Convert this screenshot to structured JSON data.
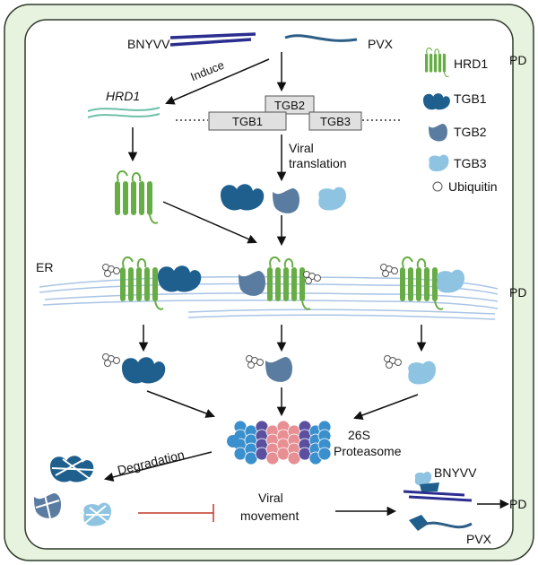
{
  "labels": {
    "bnyvv_top": "BNYVV",
    "pvx_top": "PVX",
    "induce": "Induce",
    "hrd1_gene": "HRD1",
    "tgb2_box": "TGB2",
    "tgb1_box": "TGB1",
    "tgb3_box": "TGB3",
    "viral": "Viral",
    "translation": "translation",
    "er": "ER",
    "pd_top": "PD",
    "pd_mid": "PD",
    "pd_bottom": "PD",
    "proteasome_26s": "26S",
    "proteasome_word": "Proteasome",
    "degradation": "Degradation",
    "viral_movement_1": "Viral",
    "viral_movement_2": "movement",
    "bnyvv_bottom": "BNYVV",
    "pvx_bottom": "PVX"
  },
  "legend": {
    "items": [
      {
        "label": "HRD1",
        "icon": "hrd1-transmembrane-icon"
      },
      {
        "label": "TGB1",
        "icon": "tgb1-protein-icon"
      },
      {
        "label": "TGB2",
        "icon": "tgb2-protein-icon"
      },
      {
        "label": "TGB3",
        "icon": "tgb3-protein-icon"
      },
      {
        "label": "Ubiquitin",
        "icon": "ubiquitin-icon"
      }
    ]
  },
  "colors": {
    "cell_wall": "#e7f3df",
    "cell_border": "#2f3b2a",
    "hrd1_green": "#67ad45",
    "tgb1": "#1e5f8e",
    "tgb2": "#5a7ca0",
    "tgb3": "#8ec4e2",
    "proteasome_blue": "#3a8fcd",
    "proteasome_pink": "#e88f93",
    "proteasome_purple": "#5b4fa0",
    "er_line": "#a9c4e6",
    "inhibit_red": "#c0392b",
    "rna_teal": "#6cc0aa",
    "bnyvv_rna": "#2b2e8f",
    "pvx_rna": "#2c5e86"
  }
}
